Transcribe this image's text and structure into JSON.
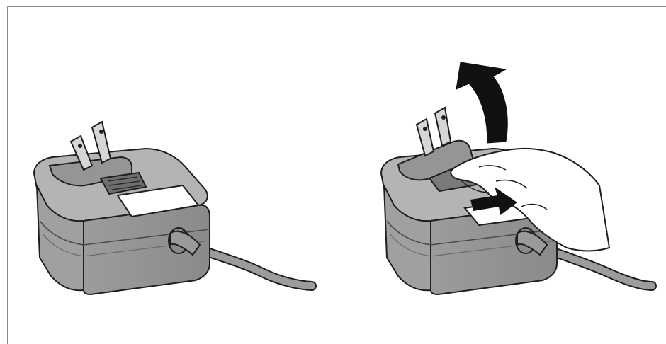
{
  "figure": {
    "panels": [
      {
        "id": "assembled",
        "state": "plug attached to adapter"
      },
      {
        "id": "removing",
        "state": "plug being slid and lifted off"
      }
    ],
    "colors": {
      "body": "#a4a4a4",
      "body_dark": "#8e8e8e",
      "body_light": "#b8b8b8",
      "outline": "#1e1e1e",
      "label": "#ffffff",
      "plug": "#959595",
      "prong": "#d9d9d9",
      "arrow": "#111111",
      "hand": "#ffffff"
    },
    "icons": [
      "up-arrow-icon",
      "right-arrow-icon"
    ]
  }
}
